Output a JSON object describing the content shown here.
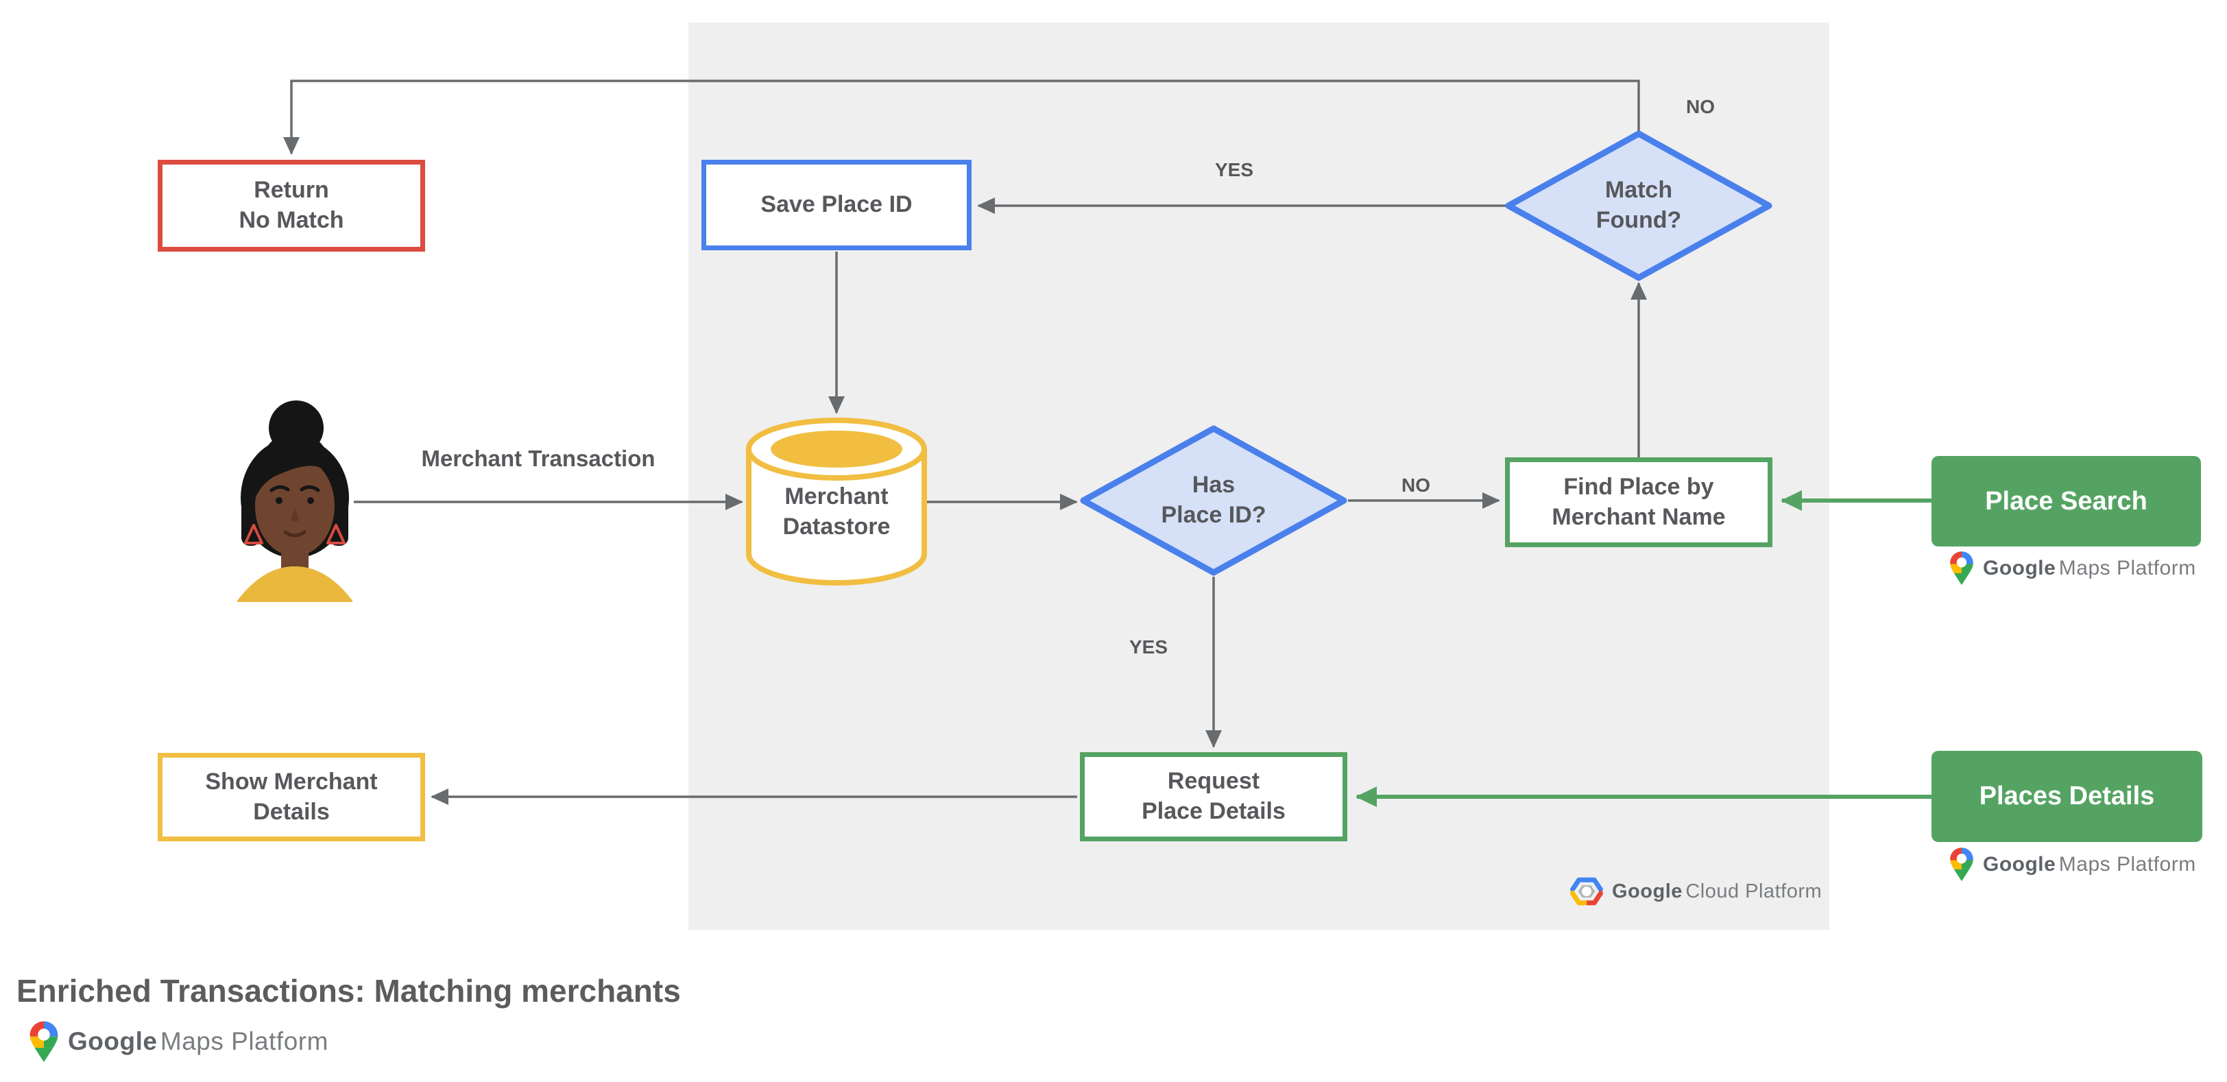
{
  "title": "Enriched Transactions: Matching merchants",
  "nodes": {
    "return_no_match": "Return\nNo Match",
    "save_place_id": "Save Place ID",
    "match_found": "Match\nFound?",
    "merchant_datastore": "Merchant\nDatastore",
    "has_place_id": "Has\nPlace ID?",
    "find_place_by_merchant_name": "Find Place by\nMerchant Name",
    "request_place_details": "Request\nPlace Details",
    "show_merchant_details": "Show Merchant\nDetails",
    "place_search": "Place Search",
    "places_details": "Places Details"
  },
  "edge_labels": {
    "match_found_no": "NO",
    "match_found_yes": "YES",
    "has_place_id_no": "NO",
    "has_place_id_yes": "YES",
    "merchant_transaction": "Merchant Transaction"
  },
  "logos": {
    "maps_platform_google": "Google",
    "maps_platform_rest": "Maps Platform",
    "cloud_platform_google": "Google",
    "cloud_platform_rest": "Cloud Platform"
  },
  "colors": {
    "red": "#DC4C3F",
    "blue": "#4A80EC",
    "blue_fill": "#D6E1F8",
    "yellow": "#F1BE42",
    "green": "#55A363",
    "line_gray": "#696C6F",
    "text_gray": "#57585B",
    "panel_gray": "#EFEFEF"
  }
}
